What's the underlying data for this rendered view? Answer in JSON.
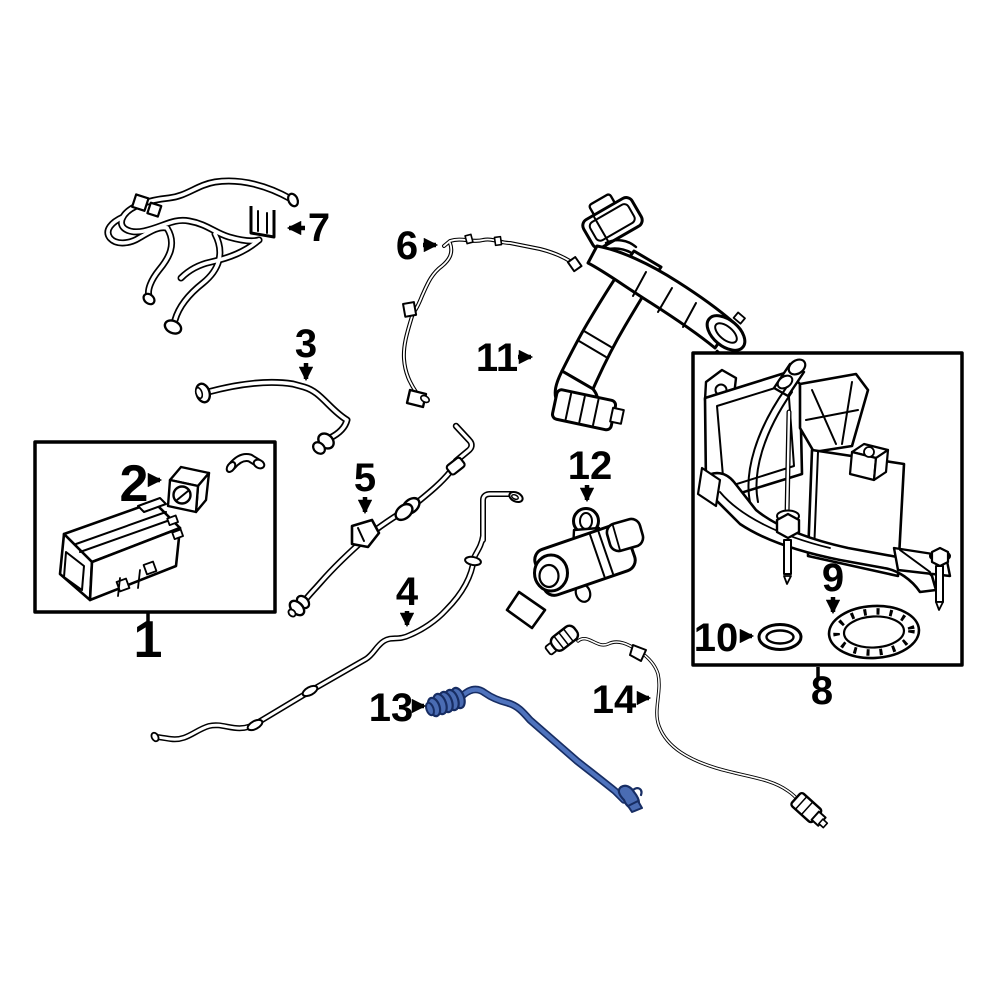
{
  "diagram": {
    "type": "automotive-parts-diagram",
    "background": "#ffffff",
    "line_color": "#000000",
    "highlighted_part": "13",
    "highlight_fill": "#4a6cb3",
    "highlight_outline": "#172d63"
  },
  "callouts": {
    "c1": "1",
    "c2": "2",
    "c3": "3",
    "c4": "4",
    "c5": "5",
    "c6": "6",
    "c7": "7",
    "c8": "8",
    "c9": "9",
    "c10": "10",
    "c11": "11",
    "c12": "12",
    "c13": "13",
    "c14": "14"
  }
}
